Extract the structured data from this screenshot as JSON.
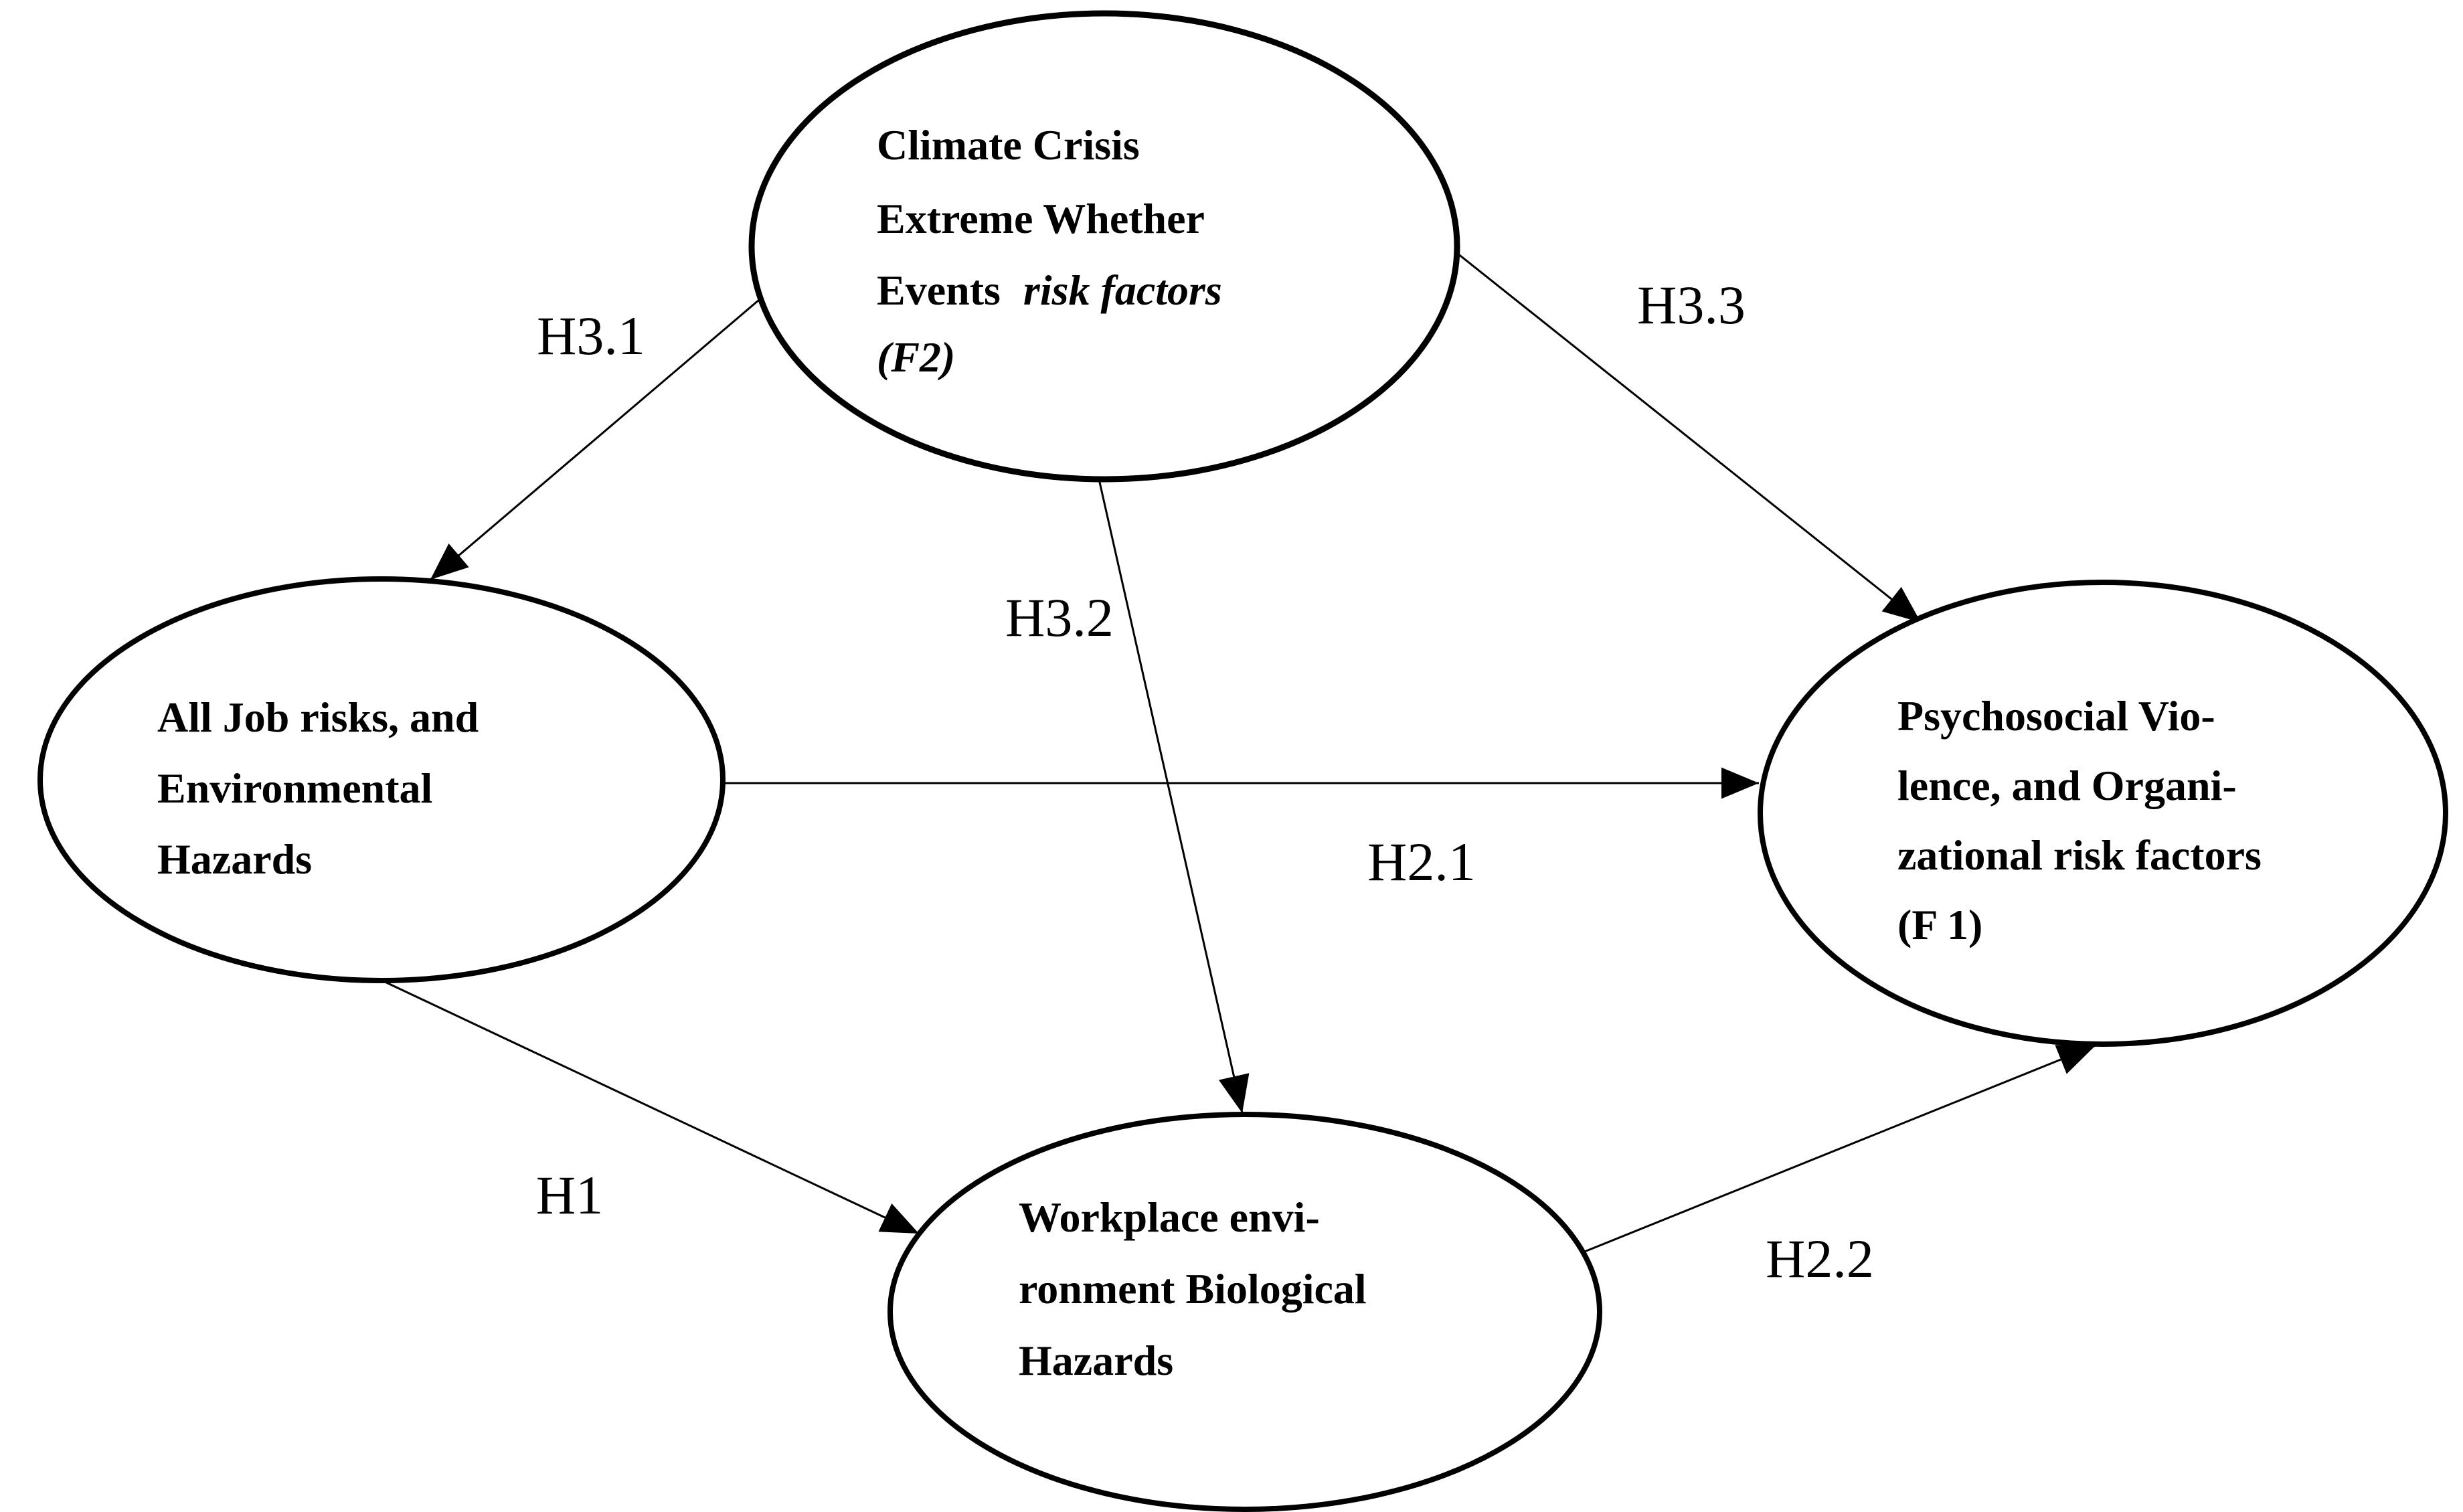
{
  "figure": {
    "type": "path-diagram",
    "description": "Hypothesized structural model with four latent constructs connected by hypothesis arrows"
  },
  "colors": {
    "ink": "#000000",
    "background": "#ffffff"
  },
  "nodes": {
    "climate_crisis": {
      "line1": "Climate Crisis",
      "line2": "Extreme Whether",
      "line3_regular": "Events",
      "line3_italic": "risk factors",
      "line4": "(F2)"
    },
    "job_risks": {
      "line1": "All Job risks, and",
      "line2": "Environmental",
      "line3": "Hazards"
    },
    "psychosocial": {
      "line1": "Psychosocial Vio-",
      "line2": "lence, and Organi-",
      "line3": "zational risk factors",
      "line4": "(F 1)"
    },
    "workplace": {
      "line1": "Workplace envi-",
      "line2": "ronment Biological",
      "line3": "Hazards"
    }
  },
  "edge_labels": {
    "h1": "H1",
    "h2_1": "H2.1",
    "h2_2": "H2.2",
    "h3_1": "H3.1",
    "h3_2": "H3.2",
    "h3_3": "H3.3"
  }
}
